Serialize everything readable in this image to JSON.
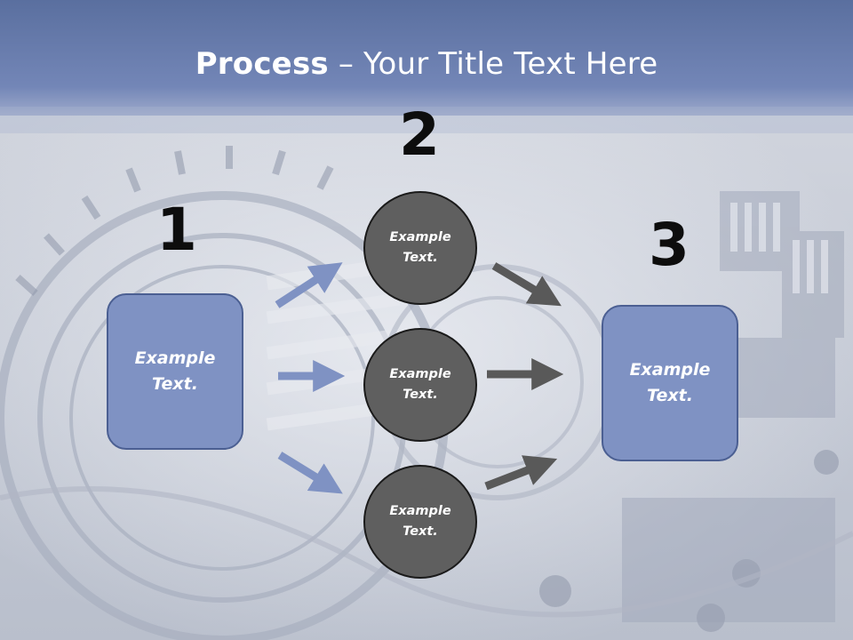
{
  "title": {
    "bold": "Process",
    "rest": " – Your Title Text Here"
  },
  "steps": [
    {
      "number": "1",
      "label_line1": "Example",
      "label_line2": "Text."
    },
    {
      "number": "2"
    },
    {
      "number": "3",
      "label_line1": "Example",
      "label_line2": "Text."
    }
  ],
  "circles": [
    {
      "line1": "Example",
      "line2": "Text."
    },
    {
      "line1": "Example",
      "line2": "Text."
    },
    {
      "line1": "Example",
      "line2": "Text."
    }
  ],
  "colors": {
    "header_blue": "#6b7fb0",
    "box_fill": "#7f92c3",
    "box_border": "#4b5f92",
    "circle_fill": "#5f5f5f",
    "blue_arrow": "#7f92c3",
    "gray_arrow": "#595959"
  }
}
